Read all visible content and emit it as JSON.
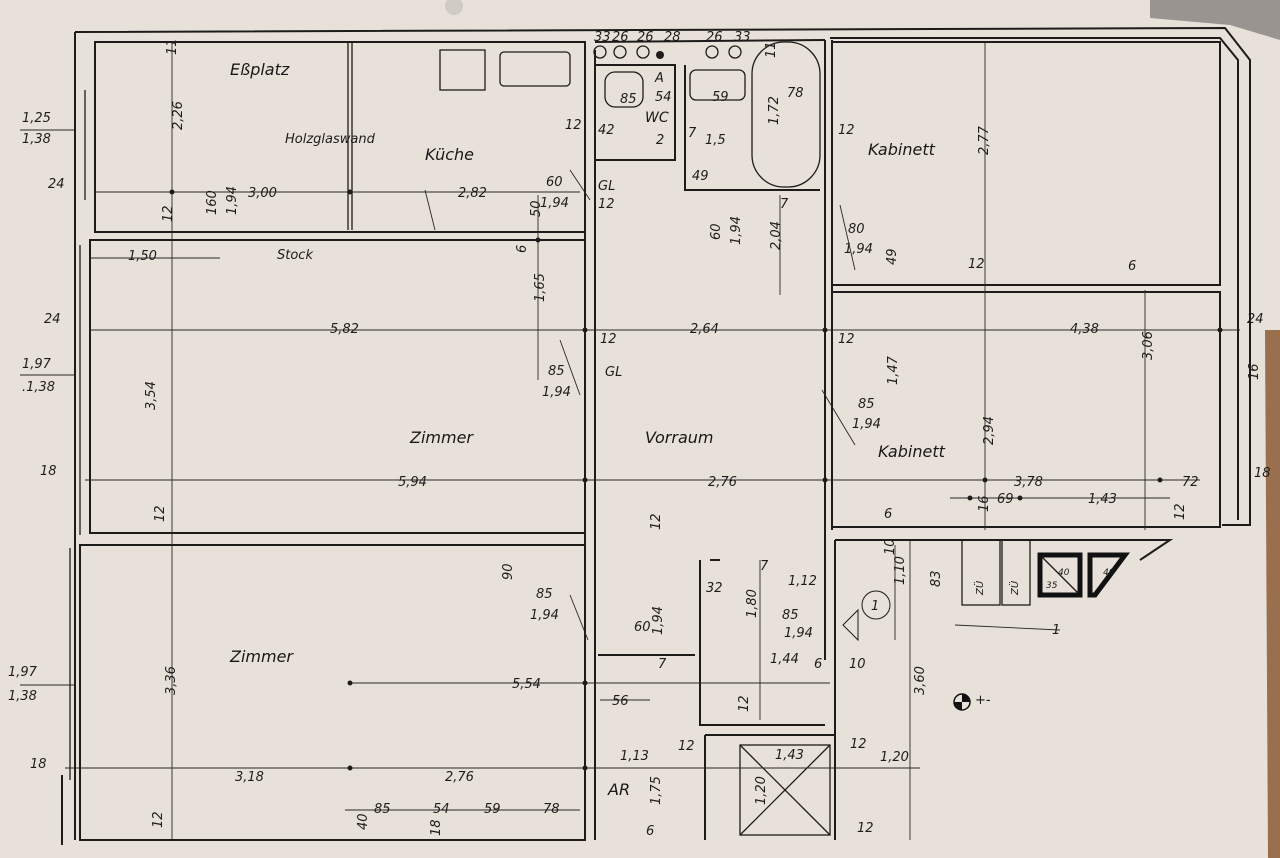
{
  "rooms": {
    "essplatz": "Eßplatz",
    "kueche": "Küche",
    "zimmer_1": "Zimmer",
    "zimmer_2": "Zimmer",
    "vorraum": "Vorraum",
    "wc": "WC",
    "kabinett_1": "Kabinett",
    "kabinett_2": "Kabinett",
    "ar": "AR"
  },
  "notes": {
    "holzglaswand": "Holzglaswand",
    "stock": "Stock",
    "a": "A",
    "gl_1": "GL",
    "gl_2": "GL",
    "marker": "1",
    "zue_1": "ZÜ",
    "zue_2": "ZÜ",
    "chimney_1a": "40",
    "chimney_1b": "35",
    "chimney_2": "40",
    "level_mark": "+-"
  },
  "dims": [
    "1,25",
    "1,38",
    "24",
    "2,26",
    "11",
    "3,00",
    "2,82",
    "160",
    "1,94",
    "12",
    "1,50",
    "6",
    "50",
    "1,65",
    "60",
    "1,94",
    "12",
    "12",
    "42",
    "85",
    "54",
    "7",
    "2",
    "1,5",
    "59",
    "78",
    "1,72",
    "49",
    "60",
    "1,94",
    "2,04",
    "7",
    "11",
    "12",
    "33",
    "26",
    "26",
    "28",
    "26",
    "33",
    "24",
    "5,82",
    "12",
    "2,64",
    "12",
    "4,38",
    "24",
    "1,97",
    ".1,38",
    "85",
    "1,94",
    "3,54",
    "18",
    "5,94",
    "2,76",
    "3,78",
    "72",
    "18",
    "16",
    "2,77",
    "12",
    "49",
    "80",
    "1,94",
    "6",
    "1,47",
    "2,94",
    "3,06",
    "85",
    "1,94",
    "16",
    "69",
    "1,43",
    "12",
    "6",
    "12",
    "12",
    "90",
    "85",
    "1,94",
    "32",
    "7",
    "1,12",
    "1,80",
    "85",
    "1,94",
    "1,44",
    "6",
    "10",
    "12",
    "10",
    "1,10",
    "83",
    "1",
    "3,60",
    "60",
    "1,94",
    "7",
    "3,36",
    "5,54",
    "56",
    "1,97",
    "1,38",
    "18",
    "3,18",
    "2,76",
    "1,13",
    "12",
    "1,43",
    "12",
    "1,20",
    "1,75",
    "1,20",
    "12",
    "85",
    "54",
    "59",
    "78",
    "40",
    "18",
    "6",
    "12"
  ]
}
